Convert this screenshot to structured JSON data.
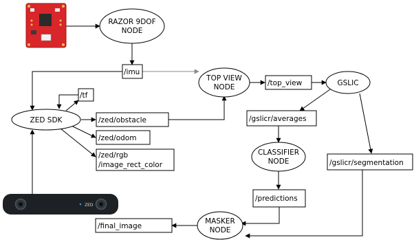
{
  "nodes": {
    "razor": {
      "line1": "RAZOR 9DOF",
      "line2": "NODE"
    },
    "zed_sdk": {
      "label": "ZED SDK"
    },
    "top_view": {
      "line1": "TOP VIEW",
      "line2": "NODE"
    },
    "gslic": {
      "label": "GSLIC"
    },
    "classifier": {
      "line1": "CLASSIFIER",
      "line2": "NODE"
    },
    "masker": {
      "line1": "MASKER",
      "line2": "NODE"
    }
  },
  "topics": {
    "imu": "/imu",
    "tf": "/tf",
    "zed_obstacle": "/zed/obstacle",
    "zed_odom": "/zed/odom",
    "zed_rgb_line1": "/zed/rgb",
    "zed_rgb_line2": "/image_rect_color",
    "top_view": "/top_view",
    "gslicr_averages": "/gslicr/averages",
    "gslicr_segmentation": "/gslicr/segmentation",
    "predictions": "/predictions",
    "final_image": "/final_image"
  },
  "camera": {
    "brand": "ZED"
  },
  "colors": {
    "board": "#d8262b",
    "camera_body": "#1d2024",
    "gray_edge": "#8a8a8a"
  }
}
